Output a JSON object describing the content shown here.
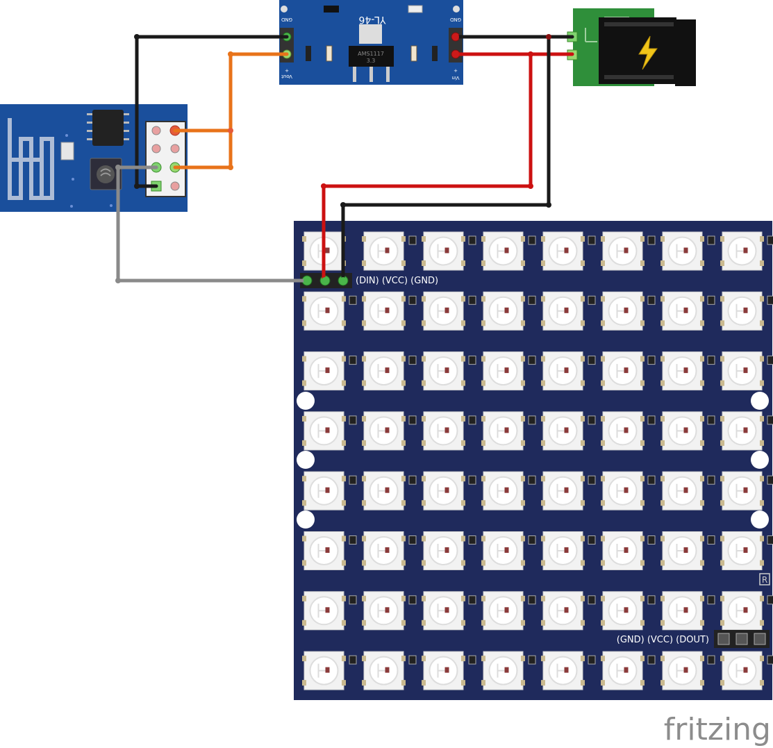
{
  "regulator": {
    "name": "YL-46",
    "chip_label": "AMS1117",
    "chip_sub": "3.3",
    "pin_gnd_left": "GND",
    "pin_vout": "Vout",
    "pin_gnd_right": "GND",
    "pin_vin": "Vin",
    "plus": "+"
  },
  "matrix": {
    "rows": 8,
    "cols": 8,
    "input_label": "(DIN) (VCC) (GND)",
    "output_label": "(GND) (VCC) (DOUT)",
    "reg_mark": "R"
  },
  "branding": {
    "logo_text": "fritzing"
  },
  "colors": {
    "board_blue": "#1a4f9c",
    "matrix_navy": "#1f2a5c",
    "power_green": "#2f8f3a",
    "wire_black": "#1a1a1a",
    "wire_red": "#cc1111",
    "wire_orange": "#e8731a",
    "wire_gray": "#8a8a8a"
  }
}
